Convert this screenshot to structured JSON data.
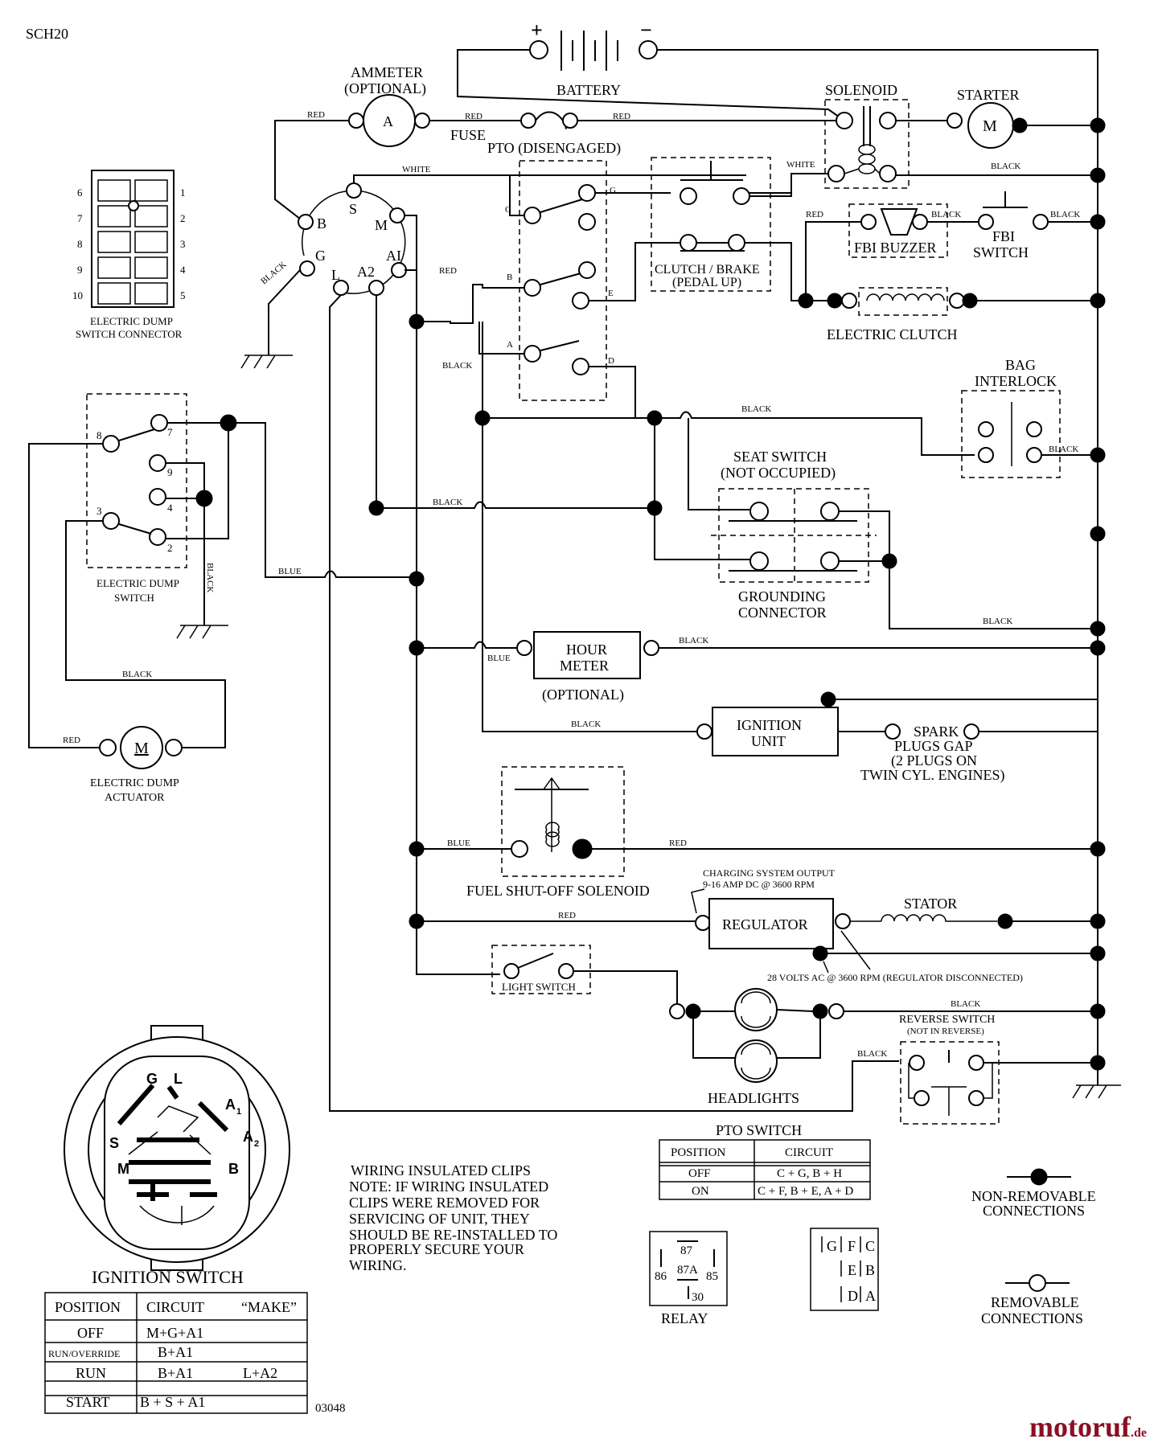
{
  "model_code": "SCH20",
  "drawing_number": "03048",
  "watermark": {
    "name": "motoruf",
    "suffix": ".de"
  },
  "components": {
    "battery": {
      "label": "BATTERY",
      "plus": "+",
      "minus": "−"
    },
    "ammeter": {
      "label": "AMMETER",
      "sub": "(OPTIONAL)",
      "symbol": "A"
    },
    "fuse": "FUSE",
    "pto": "PTO (DISENGAGED)",
    "solenoid": "SOLENOID",
    "starter": {
      "label": "STARTER",
      "symbol": "M"
    },
    "clutch_brake": {
      "label": "CLUTCH / BRAKE",
      "sub": "(PEDAL UP)"
    },
    "fbi_buzzer": "FBI BUZZER",
    "fbi_switch": {
      "line1": "FBI",
      "line2": "SWITCH"
    },
    "electric_clutch": "ELECTRIC CLUTCH",
    "bag_interlock": {
      "line1": "BAG",
      "line2": "INTERLOCK"
    },
    "seat_switch": {
      "line1": "SEAT SWITCH",
      "line2": "(NOT OCCUPIED)"
    },
    "grounding_connector": {
      "line1": "GROUNDING",
      "line2": "CONNECTOR"
    },
    "hour_meter": {
      "line1": "HOUR",
      "line2": "METER",
      "sub": "(OPTIONAL)"
    },
    "ignition_unit": {
      "line1": "IGNITION",
      "line2": "UNIT"
    },
    "spark_plugs": {
      "line1": "SPARK",
      "line2": "PLUGS GAP",
      "line3": "(2 PLUGS ON",
      "line4": "TWIN CYL. ENGINES)"
    },
    "fuel_solenoid": "FUEL SHUT-OFF SOLENOID",
    "regulator": "REGULATOR",
    "charging_output": {
      "line1": "CHARGING SYSTEM OUTPUT",
      "line2": "9-16 AMP DC @ 3600 RPM"
    },
    "stator": "STATOR",
    "stator_ac": "28 VOLTS AC @ 3600 RPM (REGULATOR DISCONNECTED)",
    "light_switch": "LIGHT SWITCH",
    "headlights": "HEADLIGHTS",
    "reverse_switch": {
      "line1": "REVERSE SWITCH",
      "line2": "(NOT IN REVERSE)"
    },
    "dump_connector": {
      "line1": "ELECTRIC DUMP",
      "line2": "SWITCH CONNECTOR",
      "pins_left": [
        "6",
        "7",
        "8",
        "9",
        "10"
      ],
      "pins_right": [
        "1",
        "2",
        "3",
        "4",
        "5"
      ]
    },
    "dump_switch": {
      "line1": "ELECTRIC DUMP",
      "line2": "SWITCH"
    },
    "dump_actuator": {
      "line1": "ELECTRIC DUMP",
      "line2": "ACTUATOR",
      "symbol": "M"
    },
    "relay": {
      "label": "RELAY",
      "pins": [
        "87",
        "86",
        "87A",
        "85",
        "30"
      ]
    },
    "pto_connector_letters": [
      "G",
      "F",
      "C",
      "E",
      "B",
      "D",
      "A"
    ]
  },
  "ignition_terminals": {
    "b": "B",
    "s": "S",
    "m": "M",
    "g": "G",
    "l": "L",
    "a2": "A2",
    "a1": "AI"
  },
  "pto_terminals": {
    "c": "C",
    "g": "G",
    "b": "B",
    "e": "E",
    "a": "A",
    "d": "D"
  },
  "dump_switch_pins": {
    "p8": "8",
    "p7": "7",
    "p9": "9",
    "p4": "4",
    "p3": "3",
    "p2": "2"
  },
  "ignition_switch_face": {
    "g": "G",
    "l": "L",
    "a1": "A",
    "a1sub": "1",
    "a2": "A",
    "a2sub": "2",
    "s": "S",
    "m": "M",
    "b": "B"
  },
  "wire_labels": {
    "red_ammeter": "RED",
    "red_fuse_l": "RED",
    "red_fuse_r": "RED",
    "white_top": "WHITE",
    "white_sol": "WHITE",
    "black_starter": "BLACK",
    "red_buzzer": "RED",
    "black_buzzer": "BLACK",
    "black_fbi": "BLACK",
    "red_pto": "RED",
    "black_ground": "BLACK",
    "black_pto": "BLACK",
    "black_seat": "BLACK",
    "black_bag": "BLACK",
    "black_mid": "BLACK",
    "black_dump": "BLACK",
    "blue_dump": "BLUE",
    "black_seat_r": "BLACK",
    "blue_hour": "BLUE",
    "black_hour": "BLACK",
    "black_ign": "BLACK",
    "black_act": "BLACK",
    "red_act": "RED",
    "blue_fuel": "BLUE",
    "red_fuel": "RED",
    "red_reg": "RED",
    "black_head": "BLACK",
    "black_rev": "BLACK"
  },
  "ignition_table": {
    "title": "IGNITION SWITCH",
    "headers": [
      "POSITION",
      "CIRCUIT",
      "“MAKE”"
    ],
    "rows": [
      {
        "position": "OFF",
        "circuit": "M+G+A1",
        "extra": ""
      },
      {
        "position": "RUN/OVERRIDE",
        "circuit": "B+A1",
        "extra": ""
      },
      {
        "position": "RUN",
        "circuit": "B+A1",
        "extra": "L+A2"
      },
      {
        "position": "START",
        "circuit": "B + S + A1",
        "extra": ""
      }
    ]
  },
  "pto_table": {
    "title": "PTO SWITCH",
    "headers": [
      "POSITION",
      "CIRCUIT"
    ],
    "rows": [
      {
        "position": "OFF",
        "circuit": "C + G, B + H"
      },
      {
        "position": "ON",
        "circuit": "C + F, B + E, A + D"
      }
    ]
  },
  "note": {
    "title": "WIRING INSULATED CLIPS",
    "lines": [
      "NOTE:  IF WIRING INSULATED",
      "CLIPS WERE REMOVED FOR",
      "SERVICING OF UNIT, THEY",
      "SHOULD BE RE-INSTALLED TO",
      "PROPERLY SECURE YOUR",
      "WIRING."
    ]
  },
  "legend": {
    "non_removable": {
      "line1": "NON-REMOVABLE",
      "line2": "CONNECTIONS"
    },
    "removable": {
      "line1": "REMOVABLE",
      "line2": "CONNECTIONS"
    }
  }
}
